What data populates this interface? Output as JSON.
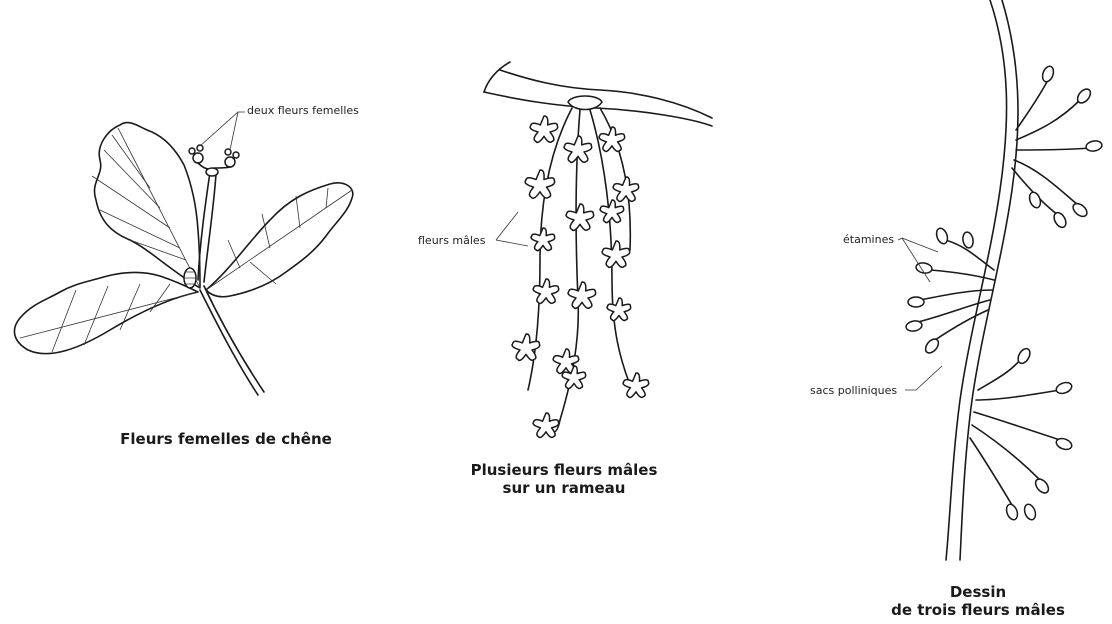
{
  "panels": {
    "female": {
      "caption": "Fleurs femelles de chêne",
      "label_flowers": "deux fleurs femelles"
    },
    "catkins": {
      "caption_line1": "Plusieurs fleurs mâles",
      "caption_line2": "sur un rameau",
      "label_flowers": "fleurs mâles"
    },
    "detail": {
      "caption_line1": "Dessin",
      "caption_line2": "de trois fleurs mâles",
      "label_stamens": "étamines",
      "label_pollen_sacs": "sacs polliniques"
    }
  },
  "colors": {
    "ink": "#1a1a1a",
    "background": "#ffffff"
  }
}
